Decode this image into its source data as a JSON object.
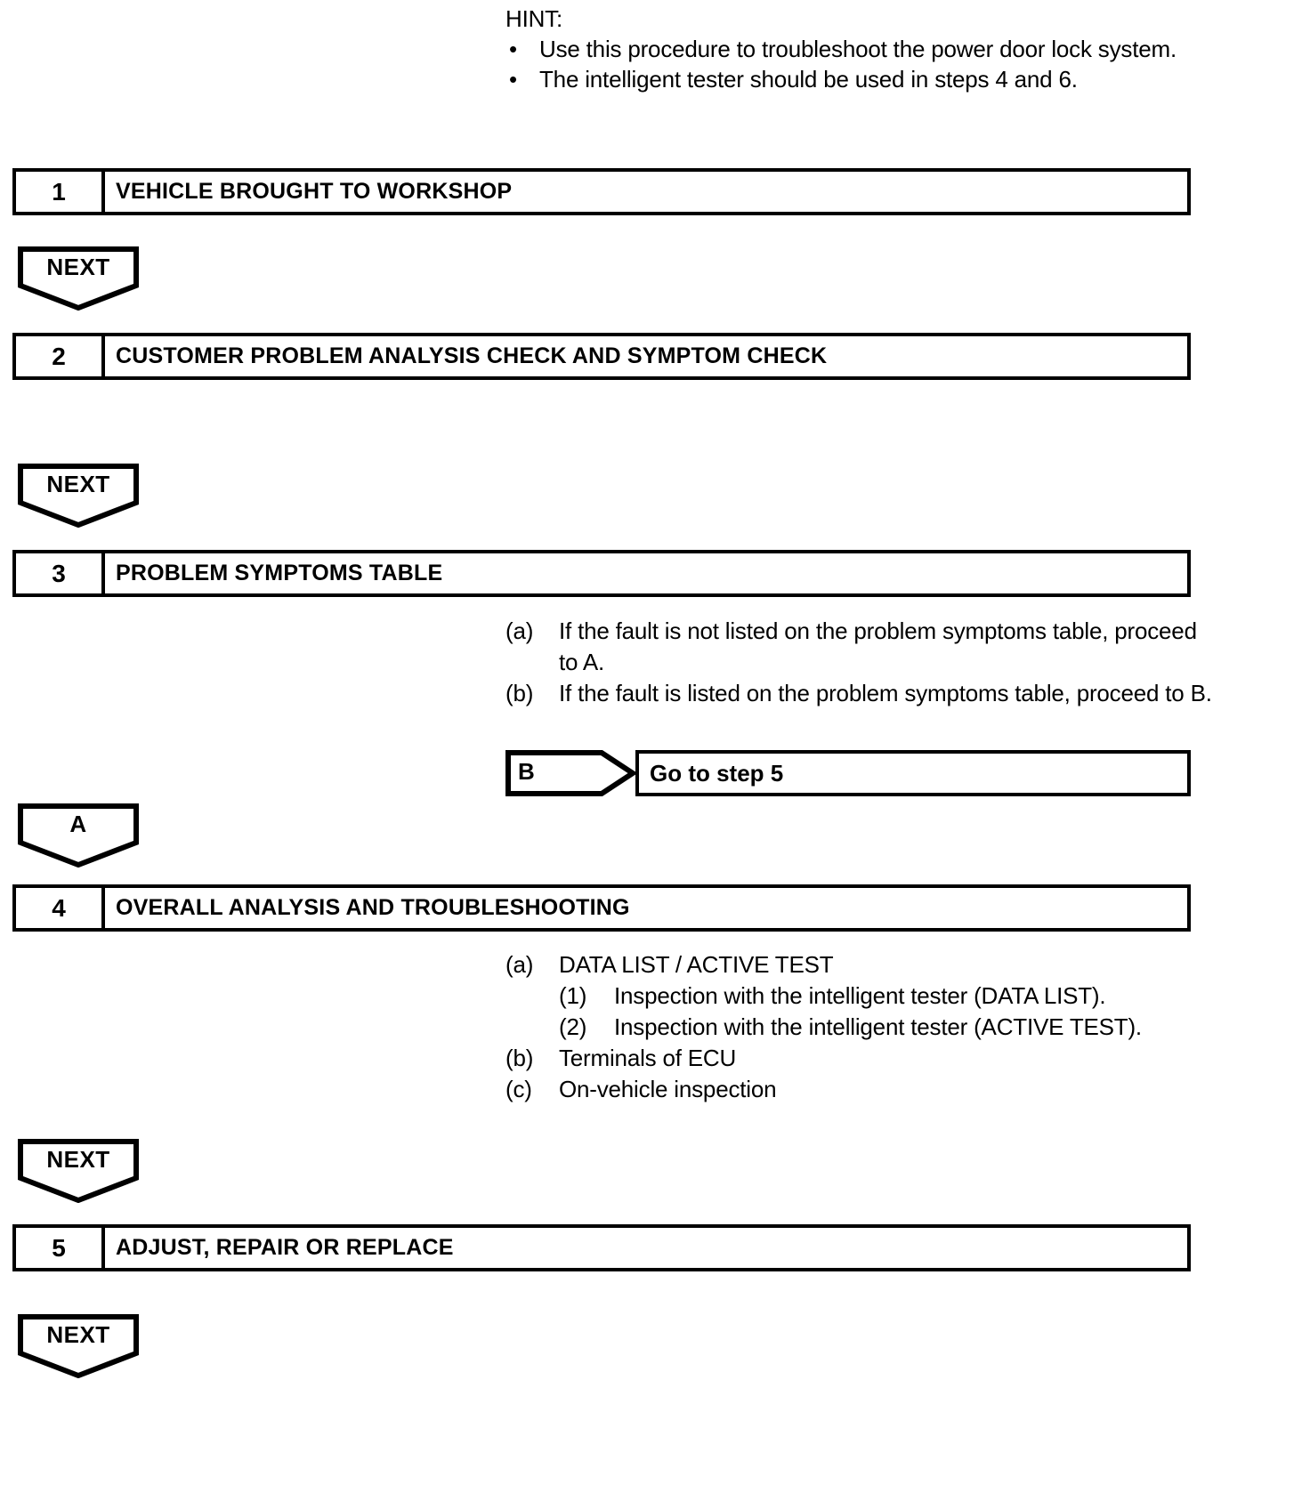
{
  "hint": {
    "label": "HINT:",
    "bullet_glyph": "•",
    "items": [
      "Use this procedure to troubleshoot the power door lock system.",
      "The intelligent tester should be used in steps 4 and 6."
    ]
  },
  "connectors": {
    "next_label": "NEXT",
    "a_label": "A",
    "b_label": "B"
  },
  "steps": [
    {
      "number": "1",
      "title": "VEHICLE BROUGHT TO WORKSHOP"
    },
    {
      "number": "2",
      "title": "CUSTOMER PROBLEM ANALYSIS CHECK AND SYMPTOM CHECK"
    },
    {
      "number": "3",
      "title": "PROBLEM SYMPTOMS TABLE"
    },
    {
      "number": "4",
      "title": "OVERALL ANALYSIS AND TROUBLESHOOTING"
    },
    {
      "number": "5",
      "title": "ADJUST, REPAIR OR REPLACE"
    }
  ],
  "step3_notes": [
    {
      "marker": "(a)",
      "text": "If the fault is not listed on the problem symptoms table, proceed to A."
    },
    {
      "marker": "(b)",
      "text": "If the fault is listed on the problem symptoms table, proceed to B."
    }
  ],
  "branch": {
    "label": "B",
    "target_text": "Go to step 5"
  },
  "step4_notes": [
    {
      "marker": "(a)",
      "text": "DATA LIST / ACTIVE TEST",
      "level": 1
    },
    {
      "marker": "(1)",
      "text": "Inspection with the intelligent tester (DATA LIST).",
      "level": 2
    },
    {
      "marker": "(2)",
      "text": "Inspection with the intelligent tester (ACTIVE TEST).",
      "level": 2
    },
    {
      "marker": "(b)",
      "text": "Terminals of ECU",
      "level": 1
    },
    {
      "marker": "(c)",
      "text": "On-vehicle inspection",
      "level": 1
    }
  ],
  "colors": {
    "ink": "#000000",
    "paper": "#ffffff"
  }
}
